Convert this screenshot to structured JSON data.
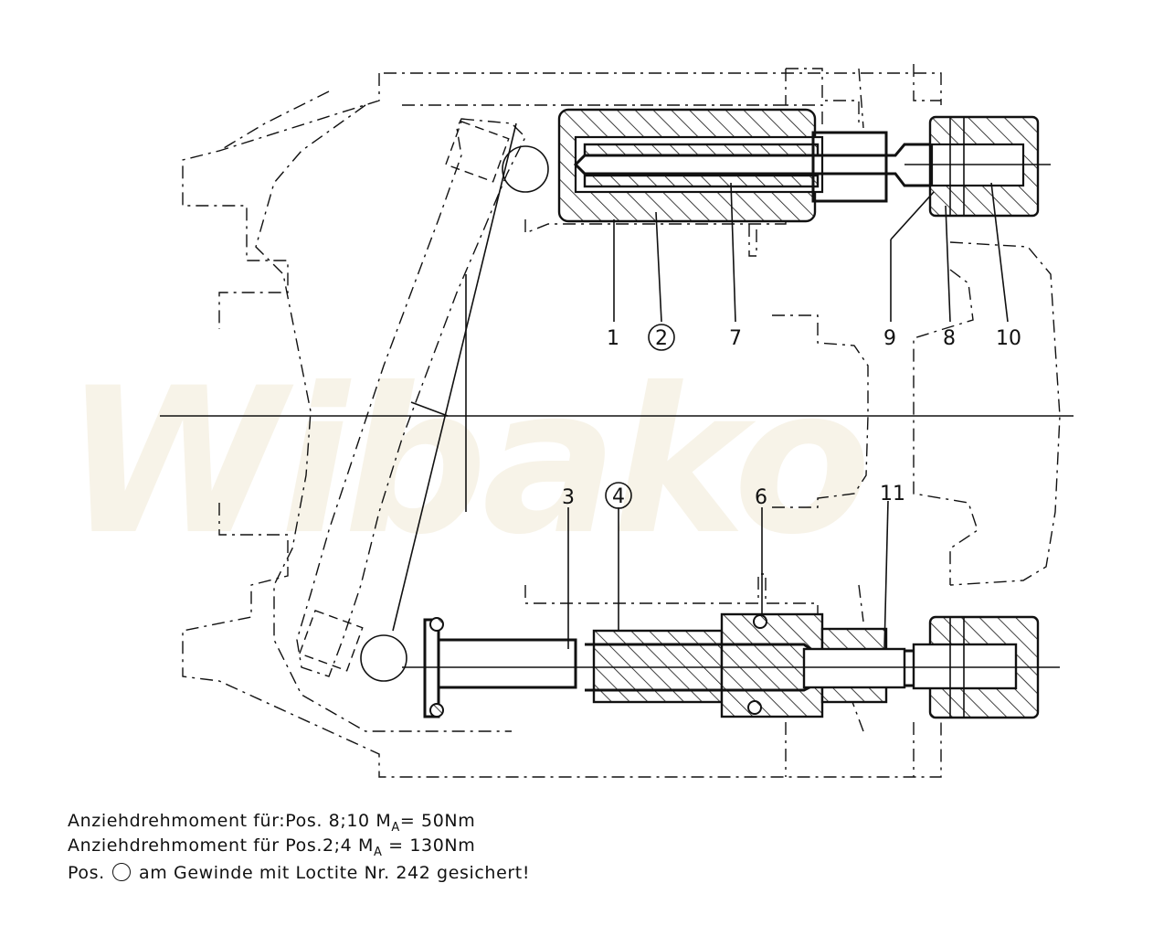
{
  "watermark": "Wibako",
  "labels": {
    "p1": "1",
    "p2": "2",
    "p3": "3",
    "p4": "4",
    "p6": "6",
    "p7": "7",
    "p8": "8",
    "p9": "9",
    "p10": "10",
    "p11": "11"
  },
  "notes": {
    "line1_prefix": "Anziehdrehmoment für:Pos. 8;10 M",
    "line1_sub": "A",
    "line1_suffix": "= 50Nm",
    "line2_prefix": "Anziehdrehmoment für Pos.2;4 M",
    "line2_sub": "A",
    "line2_suffix": " = 130Nm",
    "line3_prefix": "Pos.",
    "line3_suffix": "am Gewinde mit Loctite Nr. 242 gesichert!"
  }
}
